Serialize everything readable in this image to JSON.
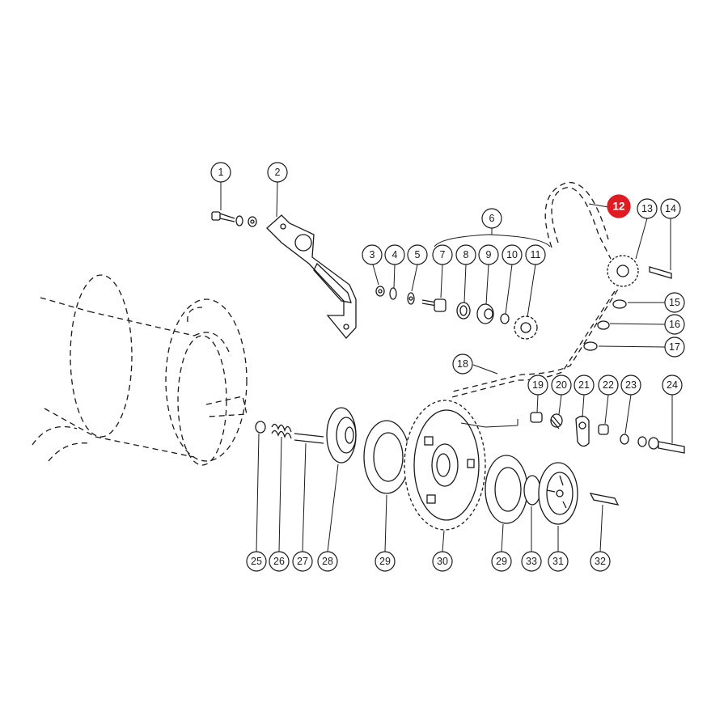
{
  "callouts": {
    "c1": "1",
    "c2": "2",
    "c3": "3",
    "c4": "4",
    "c5": "5",
    "c6": "6",
    "c7": "7",
    "c8": "8",
    "c9": "9",
    "c10": "10",
    "c11": "11",
    "c12": "12",
    "c13": "13",
    "c14": "14",
    "c15": "15",
    "c16": "16",
    "c17": "17",
    "c18": "18",
    "c19": "19",
    "c20": "20",
    "c21": "21",
    "c22": "22",
    "c23": "23",
    "c24": "24",
    "c25": "25",
    "c26": "26",
    "c27": "27",
    "c28": "28",
    "c29a": "29",
    "c30": "30",
    "c29b": "29",
    "c33": "33",
    "c31": "31",
    "c32": "32"
  },
  "highlight": {
    "part": "12",
    "color": "#e01b22"
  }
}
